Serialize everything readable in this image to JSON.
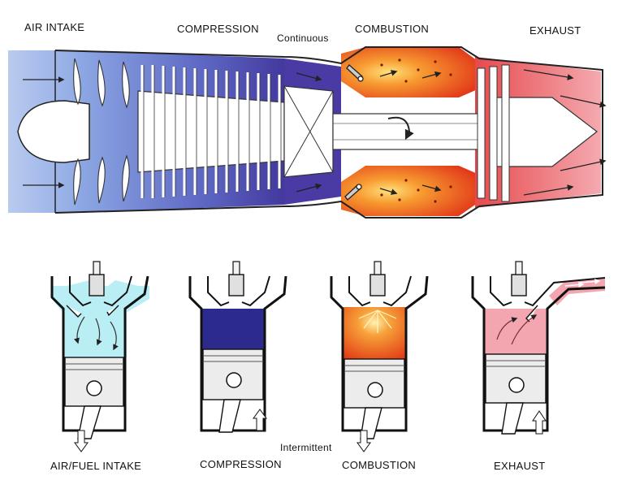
{
  "jet_engine": {
    "stages": [
      "AIR INTAKE",
      "COMPRESSION",
      "COMBUSTION",
      "EXHAUST"
    ],
    "mode": "Continuous"
  },
  "piston_engine": {
    "strokes": [
      "AIR/FUEL INTAKE",
      "COMPRESSION",
      "COMBUSTION",
      "EXHAUST"
    ],
    "mode": "Intermittent"
  },
  "colors": {
    "intake": "#8fb0e6",
    "compression": "#4a3fa8",
    "combustion": "#e8461e",
    "exhaust": "#e23a36",
    "intake_light": "#b8eef2",
    "compression_dark": "#2c2a8c",
    "exhaust_light": "#f4a2ac"
  }
}
